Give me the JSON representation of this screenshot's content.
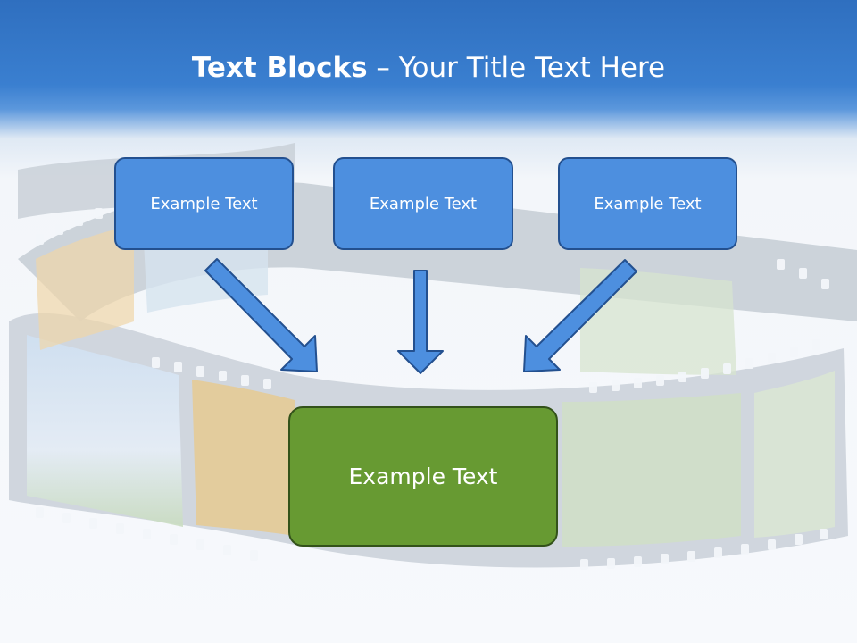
{
  "slide": {
    "title_bold": "Text Blocks",
    "title_dash": " – ",
    "title_rest": "Your Title Text Here"
  },
  "blocks": [
    {
      "text": "Example Text"
    },
    {
      "text": "Example Text"
    },
    {
      "text": "Example Text"
    }
  ],
  "target_block": {
    "text": "Example Text"
  },
  "colors": {
    "header_blue": "#3a7fd0",
    "block_blue": "#4d8fdf",
    "block_green": "#679a32",
    "arrow_blue": "#4d8fdf"
  }
}
